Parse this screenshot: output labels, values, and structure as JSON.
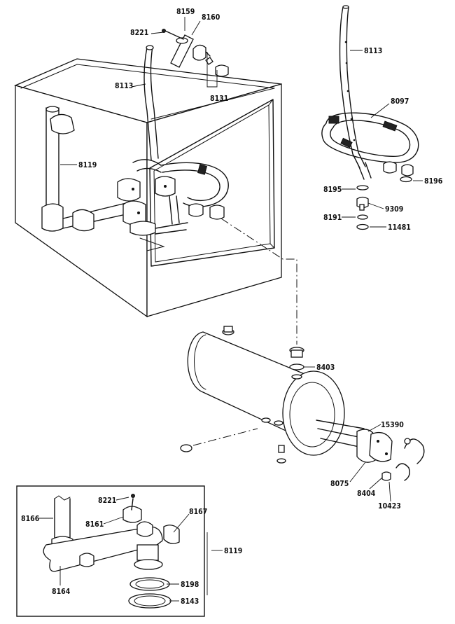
{
  "part_numbers": {
    "p8159": "8159",
    "p8160": "8160",
    "p8221_top": "8221",
    "p8113_left": "8113",
    "p8131": "8131",
    "p8113_right": "8113",
    "p8097": "8097",
    "p8119_top": "8119",
    "p8195": "8195",
    "p8196": "8196",
    "p9309": "9309",
    "p8191": "8191",
    "p11481": "11481",
    "p8403": "8403",
    "p15390": "15390",
    "p8075": "8075",
    "p8404": "8404",
    "p10423": "10423",
    "p8221_inset": "8221",
    "p8166": "8166",
    "p8161": "8161",
    "p8167": "8167",
    "p8119_inset": "8119",
    "p8164": "8164",
    "p8198": "8198",
    "p8143": "8143"
  }
}
